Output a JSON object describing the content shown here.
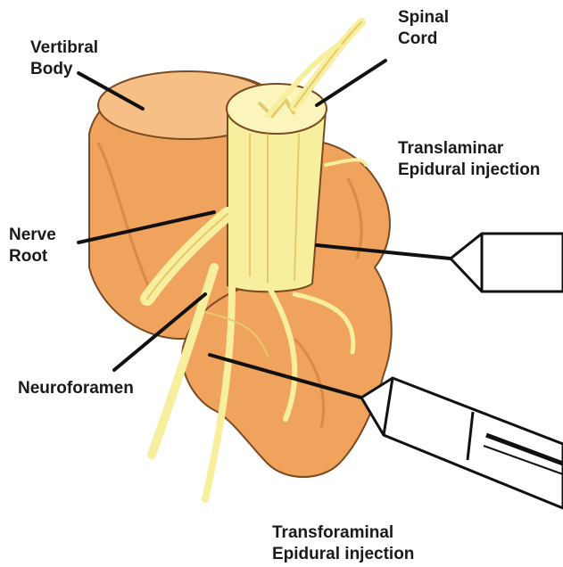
{
  "labels": {
    "vertebral_body": [
      "Vertibral",
      "Body"
    ],
    "spinal_cord": [
      "Spinal",
      "Cord"
    ],
    "translaminar": [
      "Translaminar",
      "Epidural injection"
    ],
    "nerve_root": [
      "Nerve",
      "Root"
    ],
    "neuroforamen": [
      "Neuroforamen"
    ],
    "transforaminal": [
      "Transforaminal",
      "Epidural injection"
    ]
  },
  "colors": {
    "bone": "#f0a35c",
    "bone_dark": "#d98a48",
    "bone_light": "#f6bf86",
    "nerve": "#f7ef9e",
    "nerve_dark": "#e6c96a",
    "outline": "#7a4a22",
    "line": "#111111",
    "text": "#1a1a1a"
  }
}
